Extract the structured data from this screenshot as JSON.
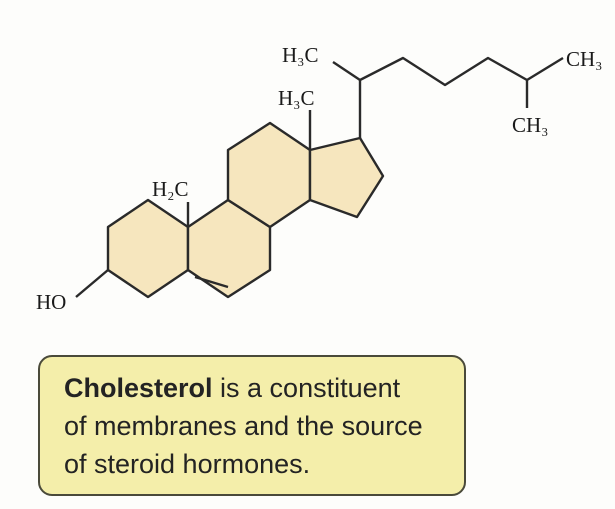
{
  "molecule": {
    "labels": {
      "hydroxyl": "HO",
      "c19_methyl": "H₂C",
      "c18_methyl": "H₃C",
      "c21_methyl": "H₃C",
      "c26_methyl": "CH₃",
      "c27_methyl": "CH₃"
    },
    "colors": {
      "ring_fill": "#f6e6be",
      "bond": "#2a2a2a"
    }
  },
  "caption": {
    "term": "Cholesterol",
    "line1_rest": " is a constituent",
    "line2": "of membranes and the source",
    "line3": "of steroid hormones."
  },
  "colors": {
    "caption_background": "#f4eeaa",
    "caption_border": "#4a4a3a"
  }
}
